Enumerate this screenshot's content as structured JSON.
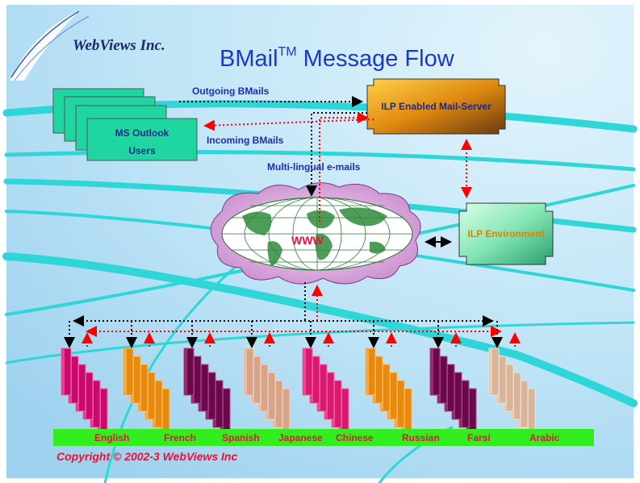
{
  "header": {
    "logo_text": "WebViews Inc.",
    "title_main": "BMail",
    "title_sup": "TM",
    "title_rest": " Message Flow"
  },
  "nodes": {
    "outlook": {
      "line1": "MS Outlook",
      "line2": "Users"
    },
    "mail_server": "ILP Enabled Mail-Server",
    "ilp_env": "ILP Environment",
    "www": "WWW"
  },
  "edges": {
    "outgoing": "Outgoing BMails",
    "incoming": "Incoming BMails",
    "multilingual": "Multi-lingual e-mails"
  },
  "languages": [
    "English",
    "French",
    "Spanish",
    "Japanese",
    "Chinese",
    "Russian",
    "Farsi",
    "Arabic"
  ],
  "copyright": "Copyright © 2002-3  WebViews Inc",
  "colors": {
    "background": "#b9e2f5",
    "teal_swoosh": "#2fd6d8",
    "outlook_box": "#1fd6a0",
    "server_box": "#e09000",
    "ilp_box": "#7ee6b0",
    "cloud": "#d79bd8",
    "arrow_red": "#ff0000",
    "arrow_black": "#000000",
    "lang_bar": "#33ee1f",
    "lang_text": "#e8123a"
  }
}
